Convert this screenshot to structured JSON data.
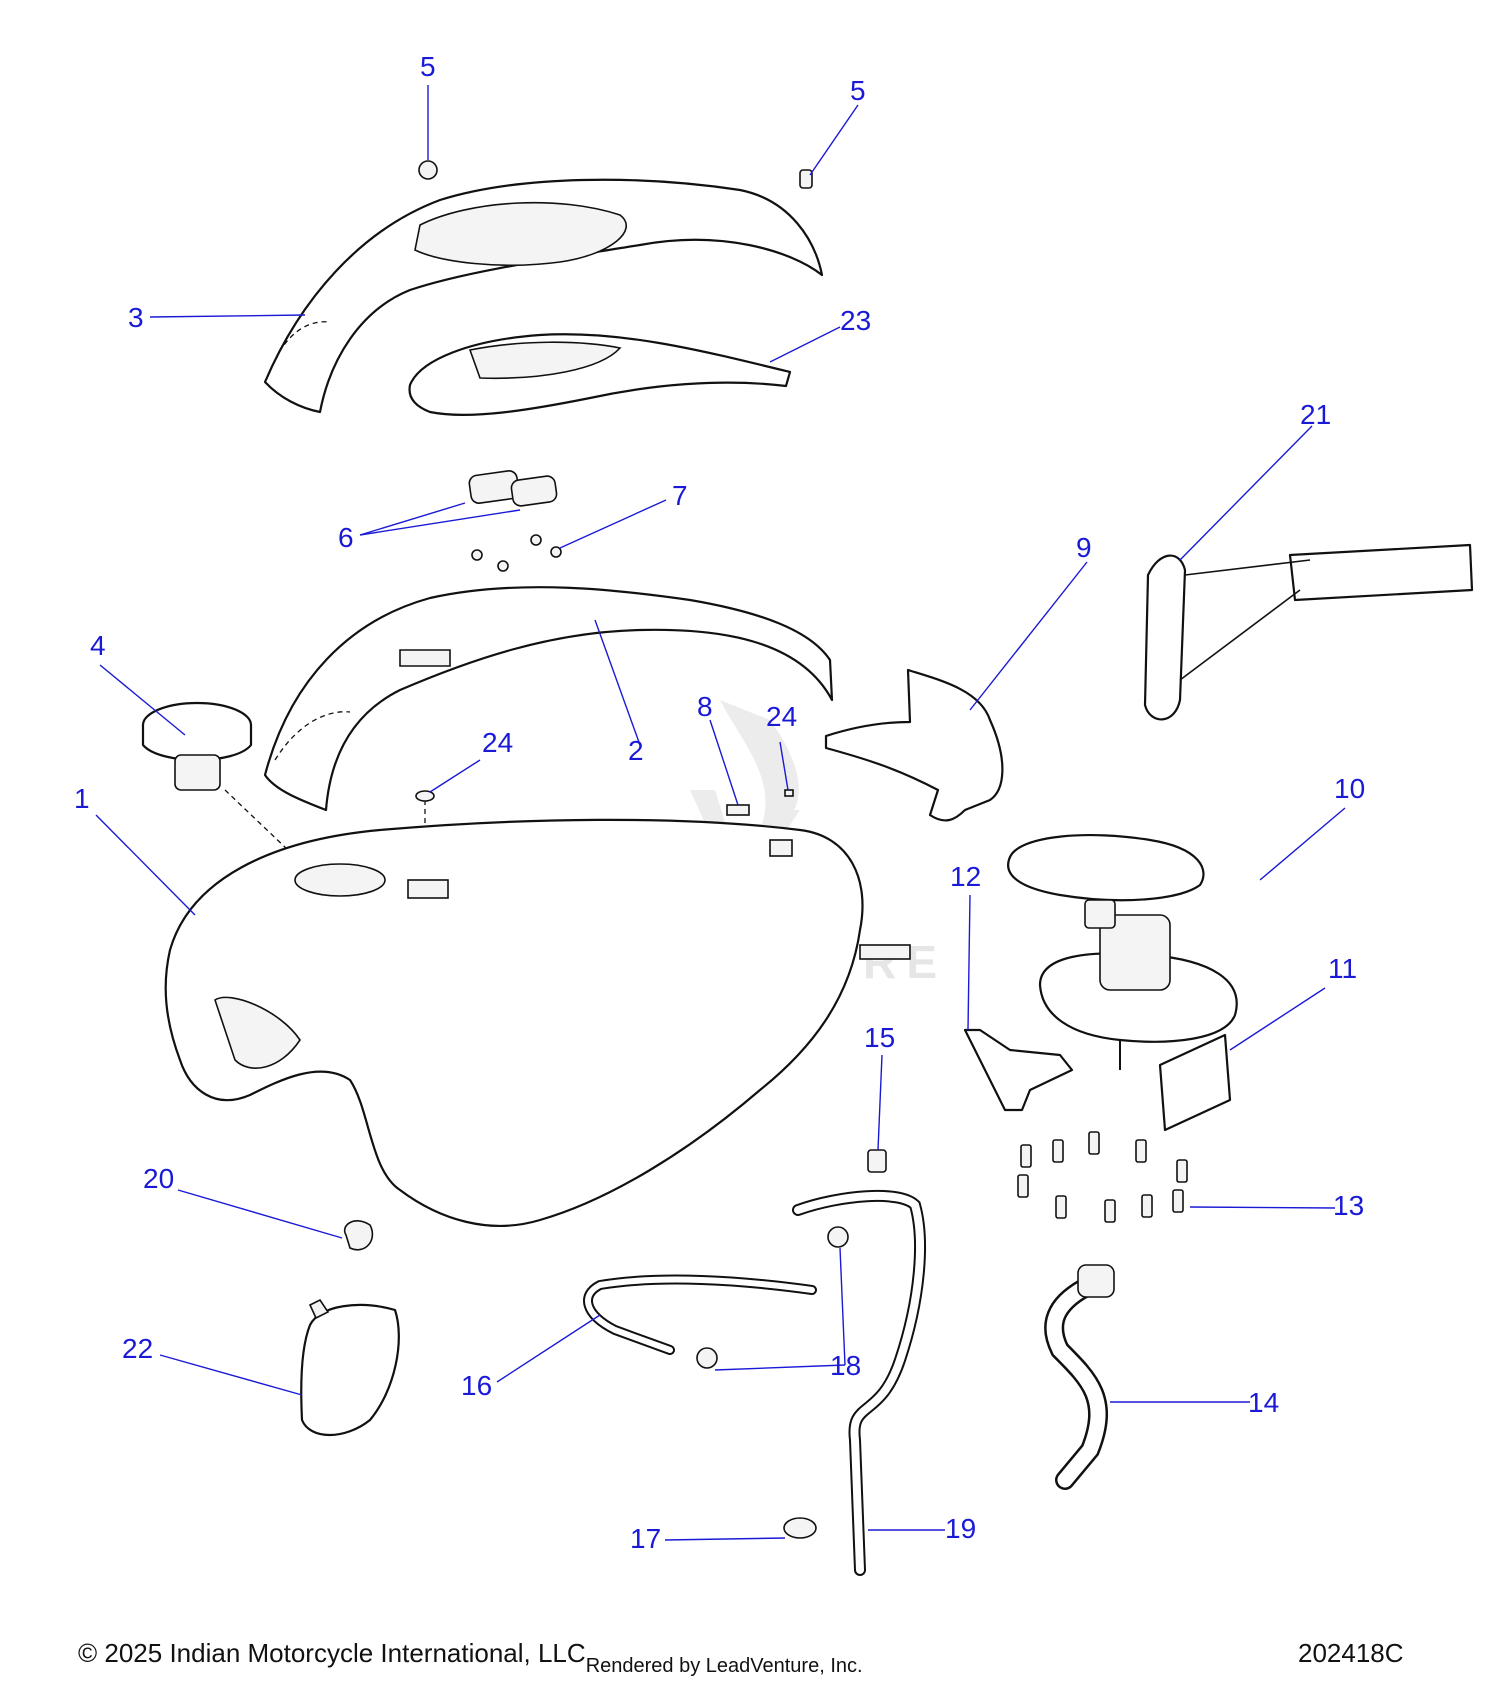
{
  "watermark": {
    "text": "LEADVENTURE"
  },
  "callouts": [
    {
      "key": "c1",
      "label": "1"
    },
    {
      "key": "c2",
      "label": "2"
    },
    {
      "key": "c3",
      "label": "3"
    },
    {
      "key": "c4",
      "label": "4"
    },
    {
      "key": "c5a",
      "label": "5"
    },
    {
      "key": "c5b",
      "label": "5"
    },
    {
      "key": "c6",
      "label": "6"
    },
    {
      "key": "c7",
      "label": "7"
    },
    {
      "key": "c8",
      "label": "8"
    },
    {
      "key": "c9",
      "label": "9"
    },
    {
      "key": "c10",
      "label": "10"
    },
    {
      "key": "c11",
      "label": "11"
    },
    {
      "key": "c12",
      "label": "12"
    },
    {
      "key": "c13",
      "label": "13"
    },
    {
      "key": "c14",
      "label": "14"
    },
    {
      "key": "c15",
      "label": "15"
    },
    {
      "key": "c16",
      "label": "16"
    },
    {
      "key": "c17",
      "label": "17"
    },
    {
      "key": "c18",
      "label": "18"
    },
    {
      "key": "c19",
      "label": "19"
    },
    {
      "key": "c20",
      "label": "20"
    },
    {
      "key": "c21",
      "label": "21"
    },
    {
      "key": "c22",
      "label": "22"
    },
    {
      "key": "c23",
      "label": "23"
    },
    {
      "key": "c24a",
      "label": "24"
    },
    {
      "key": "c24b",
      "label": "24"
    }
  ],
  "footer": {
    "copyright": "© 2025 Indian Motorcycle International, LLC",
    "rendered_by": "Rendered by LeadVenture, Inc.",
    "diagram_id": "202418C"
  },
  "colors": {
    "callout": "#1a1ad6",
    "linework": "#111111",
    "watermark": "#e6e6e6"
  }
}
